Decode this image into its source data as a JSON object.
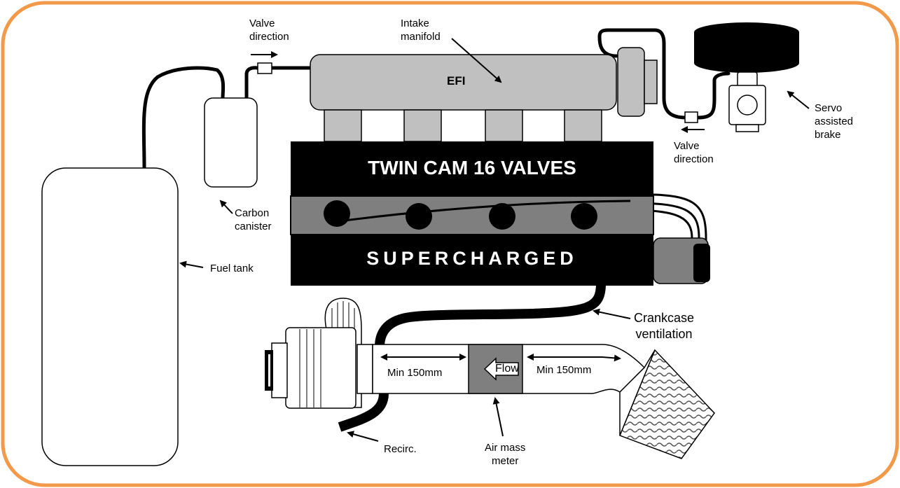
{
  "diagram": {
    "border_color": "#f2994a",
    "engine": {
      "top_text": "TWIN CAM 16 VALVES",
      "bottom_text": "SUPERCHARGED",
      "manifold_text": "EFI"
    },
    "labels": {
      "valve_direction_top": "Valve\ndirection",
      "intake_manifold": "Intake\nmanifold",
      "servo_brake": "Servo\nassisted\nbrake",
      "valve_direction_right": "Valve\ndirection",
      "carbon_canister": "Carbon\ncanister",
      "fuel_tank": "Fuel tank",
      "crankcase_ventilation": "Crankcase\nventilation",
      "recirc": "Recirc.",
      "air_mass_meter": "Air mass\nmeter"
    },
    "intake": {
      "min_left": "Min 150mm",
      "min_right": "Min 150mm",
      "flow": "Flow"
    }
  }
}
